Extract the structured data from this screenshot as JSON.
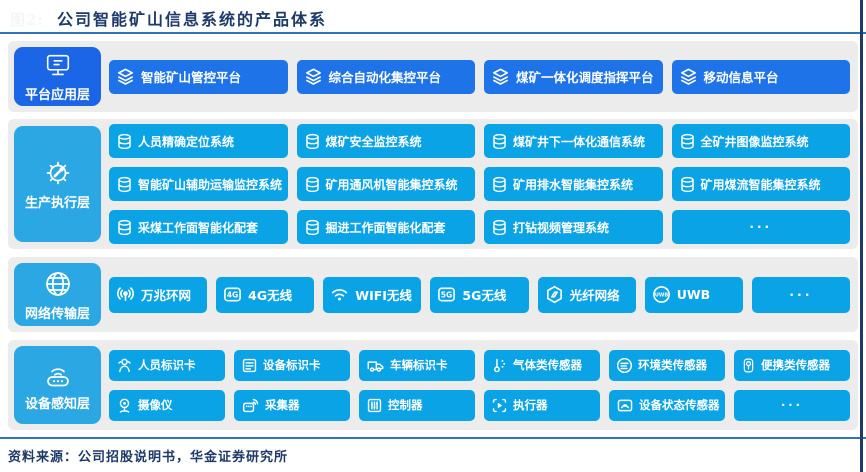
{
  "page": {
    "figure_prefix": "图2:",
    "title": "公司智能矿山信息系统的产品体系",
    "source": "资料来源：公司招股说明书，华金证券研究所",
    "colors": {
      "title_navy": "#1E3A68",
      "rule_blue": "#2E74B6",
      "band_background": "#ECECEC",
      "layer1_label_blue": "#1B66E6",
      "layer1_item_blue": "#1E73E9",
      "cyan_label": "#2BA7E3",
      "cyan_item": "#0AA3E6"
    }
  },
  "layers": [
    {
      "label": "平台应用层",
      "icon": "monitor-icon",
      "label_color": "#1B66E6",
      "item_color": "#1E73E9",
      "columns": 4,
      "items": [
        {
          "label": "智能矿山管控平台",
          "icon": "layers-icon"
        },
        {
          "label": "综合自动化集控平台",
          "icon": "layers-icon"
        },
        {
          "label": "煤矿一体化调度指挥平台",
          "icon": "layers-icon"
        },
        {
          "label": "移动信息平台",
          "icon": "layers-icon"
        }
      ]
    },
    {
      "label": "生产执行层",
      "icon": "gear-wrench-icon",
      "label_color": "#2BA7E3",
      "item_color": "#0AA3E6",
      "columns": 4,
      "items": [
        {
          "label": "人员精确定位系统",
          "icon": "database-icon"
        },
        {
          "label": "煤矿安全监控系统",
          "icon": "database-icon"
        },
        {
          "label": "煤矿井下一体化通信系统",
          "icon": "database-icon"
        },
        {
          "label": "全矿井图像监控系统",
          "icon": "database-icon"
        },
        {
          "label": "智能矿山辅助运输监控系统",
          "icon": "database-icon"
        },
        {
          "label": "矿用通风机智能集控系统",
          "icon": "database-icon"
        },
        {
          "label": "矿用排水智能集控系统",
          "icon": "database-icon"
        },
        {
          "label": "矿用煤流智能集控系统",
          "icon": "database-icon"
        },
        {
          "label": "采煤工作面智能化配套",
          "icon": "database-icon"
        },
        {
          "label": "掘进工作面智能化配套",
          "icon": "database-icon"
        },
        {
          "label": "打钻视频管理系统",
          "icon": "database-icon"
        },
        {
          "label": "···",
          "ellipsis": true
        }
      ]
    },
    {
      "label": "网络传输层",
      "icon": "globe-icon",
      "label_color": "#2BA7E3",
      "item_color": "#0AA3E6",
      "columns": 7,
      "items": [
        {
          "label": "万兆环网",
          "icon": "broadcast-icon"
        },
        {
          "label": "4G无线",
          "icon": "badge-4g-icon"
        },
        {
          "label": "WIFI无线",
          "icon": "wifi-icon"
        },
        {
          "label": "5G无线",
          "icon": "badge-5g-icon"
        },
        {
          "label": "光纤网络",
          "icon": "fiber-hexagon-icon"
        },
        {
          "label": "UWB",
          "icon": "uwb-circle-icon"
        },
        {
          "label": "···",
          "ellipsis": true
        }
      ]
    },
    {
      "label": "设备感知层",
      "icon": "router-icon",
      "label_color": "#2BA7E3",
      "item_color": "#0AA3E6",
      "columns": 6,
      "items": [
        {
          "label": "人员标识卡",
          "icon": "person-badge-icon"
        },
        {
          "label": "设备标识卡",
          "icon": "device-card-icon"
        },
        {
          "label": "车辆标识卡",
          "icon": "vehicle-icon"
        },
        {
          "label": "气体类传感器",
          "icon": "gas-sensor-icon"
        },
        {
          "label": "环境类传感器",
          "icon": "env-sensor-icon"
        },
        {
          "label": "便携类传感器",
          "icon": "portable-sensor-icon"
        },
        {
          "label": "摄像仪",
          "icon": "camera-icon"
        },
        {
          "label": "采集器",
          "icon": "collector-icon"
        },
        {
          "label": "控制器",
          "icon": "controller-icon"
        },
        {
          "label": "执行器",
          "icon": "actuator-icon"
        },
        {
          "label": "设备状态传感器",
          "icon": "status-sensor-icon"
        },
        {
          "label": "···",
          "ellipsis": true
        }
      ]
    }
  ]
}
